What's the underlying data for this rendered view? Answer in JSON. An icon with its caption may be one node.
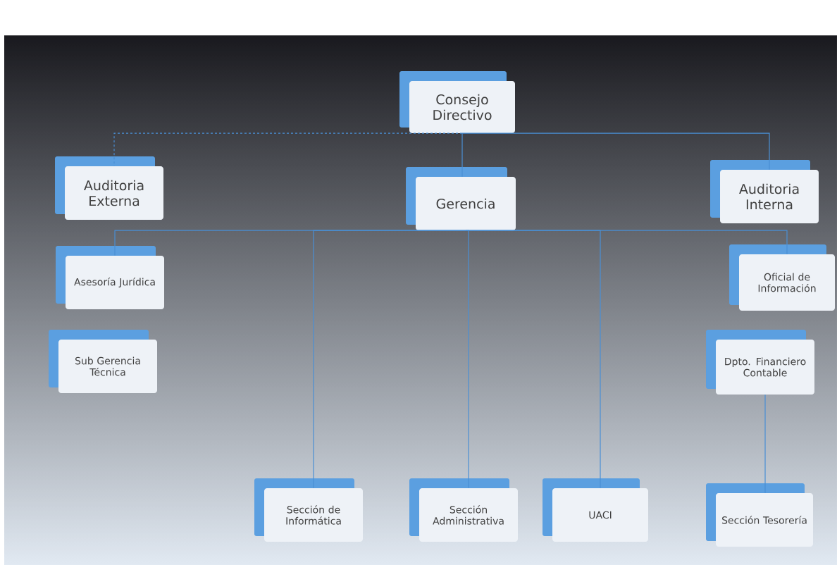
{
  "diagram": {
    "nodes": [
      {
        "text": [
          "Consejo Directivo"
        ]
      },
      {
        "text": [
          "Auditoria Externa"
        ]
      },
      {
        "text": [
          "Gerencia"
        ]
      },
      {
        "text": [
          "Auditoria Interna"
        ]
      },
      {
        "text": [
          "Asesoría Jurídica"
        ]
      },
      {
        "text": [
          "Oficial de Información"
        ]
      },
      {
        "text": [
          "Sub Gerencia Técnica"
        ]
      },
      {
        "text": [
          "Dpto. Financiero Contable"
        ]
      },
      {
        "text": [
          "Sección de Informática"
        ]
      },
      {
        "text": [
          "Sección Administrativa"
        ]
      },
      {
        "text": [
          "UACI"
        ]
      },
      {
        "text": [
          "Sección Tesorería"
        ]
      }
    ],
    "edges": [
      {
        "from": 0,
        "to": 1,
        "arrow": "none",
        "style": "dashed"
      },
      {
        "from": 0,
        "to": 2,
        "arrow": "none"
      },
      {
        "from": 0,
        "to": 3,
        "arrow": "none"
      },
      {
        "from": 2,
        "to": 4,
        "arrow": "none"
      },
      {
        "from": 2,
        "to": 5,
        "arrow": "none"
      },
      {
        "from": 2,
        "to": 8,
        "arrow": "none"
      },
      {
        "from": 2,
        "to": 9,
        "arrow": "none"
      },
      {
        "from": 2,
        "to": 10,
        "arrow": "none"
      },
      {
        "from": 7,
        "to": 11,
        "arrow": "none"
      }
    ]
  }
}
